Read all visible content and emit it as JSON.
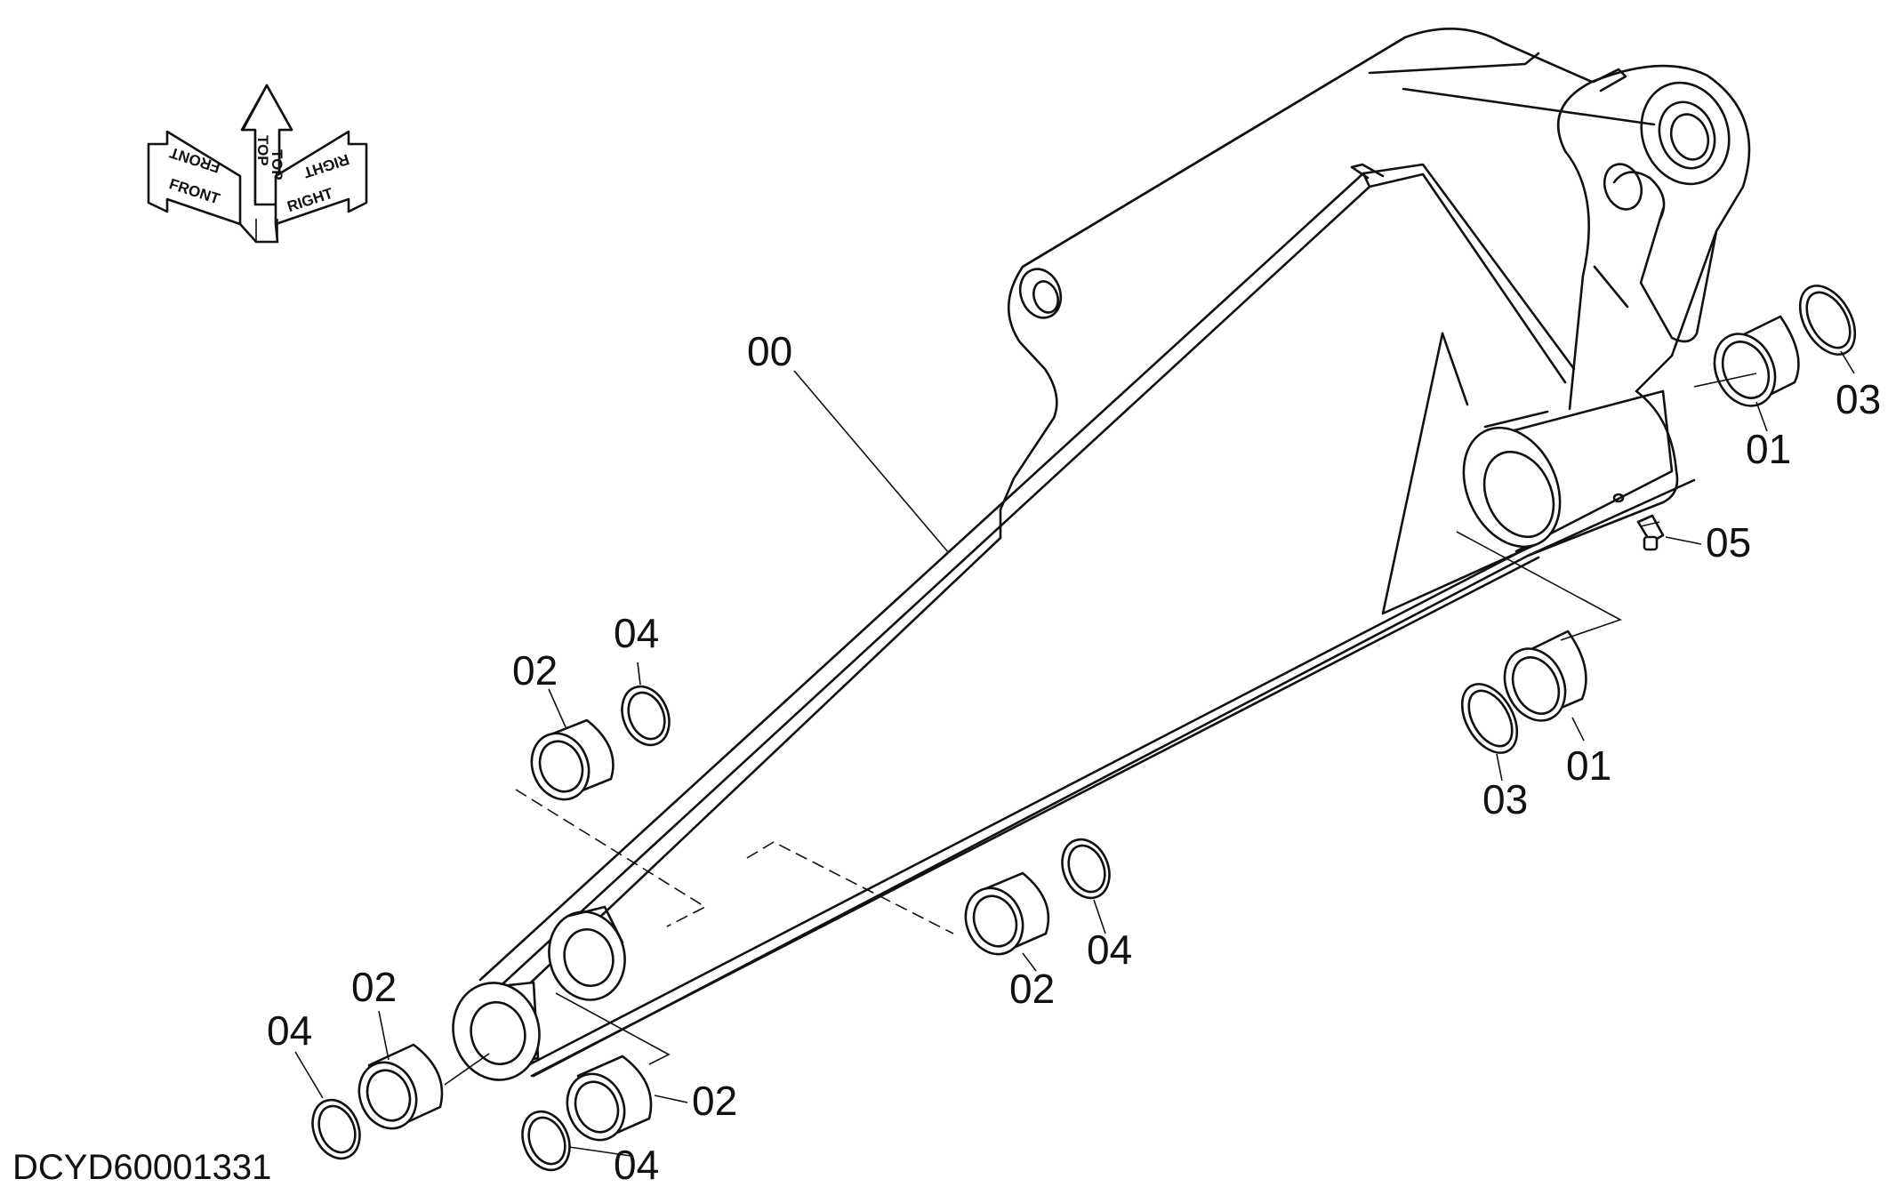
{
  "drawing_code": "DCYD60001331",
  "orientation": {
    "front": "FRONT",
    "top": "TOP",
    "right": "RIGHT"
  },
  "callouts": {
    "arm": "00",
    "bushing_right_upper": "01",
    "bushing_right_lower": "01",
    "seal_right_upper": "03",
    "seal_right_lower": "03",
    "grease_fitting": "05",
    "bushing_top_left": "02",
    "seal_top_left": "04",
    "bushing_tip_left": "02",
    "seal_tip_left": "04",
    "bushing_tip_bottom": "02",
    "seal_tip_bottom": "04",
    "bushing_middle": "02",
    "seal_middle": "04"
  },
  "colors": {
    "line": "#111111",
    "background": "#ffffff"
  }
}
